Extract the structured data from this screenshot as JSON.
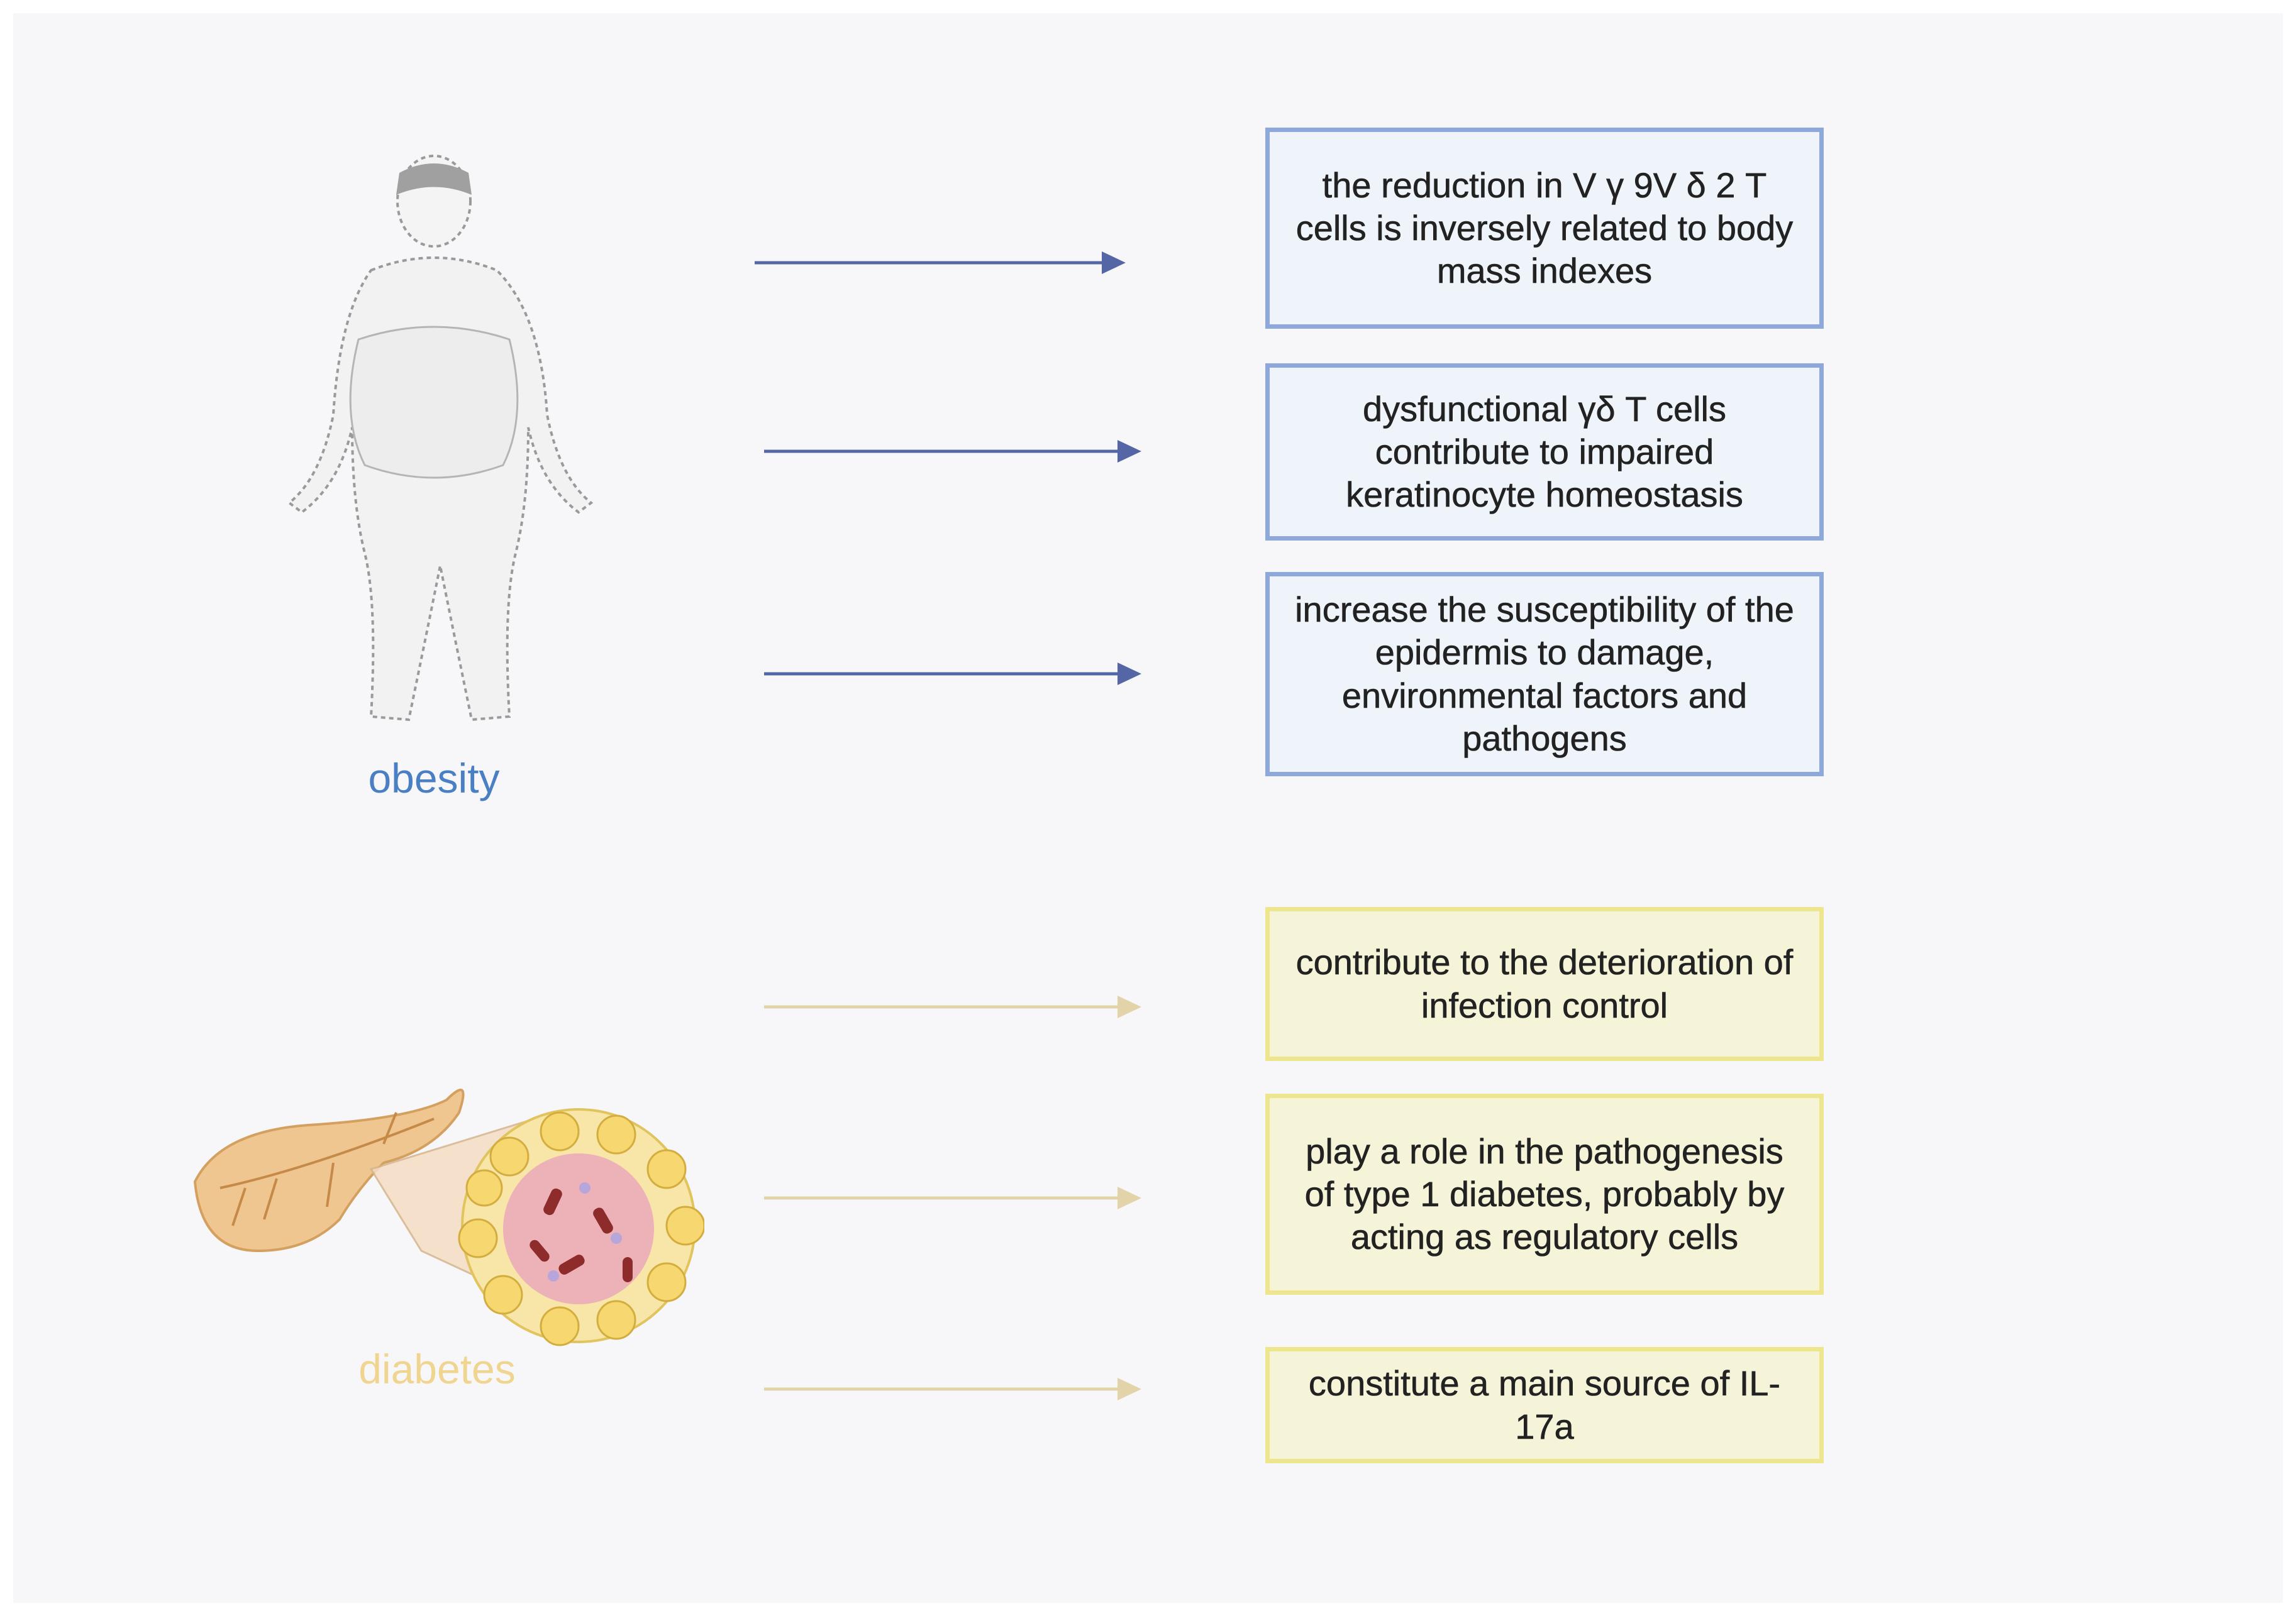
{
  "colors": {
    "obesity_accent": "#4a7fc3",
    "diabetes_accent": "#f0d590",
    "obesity_arrow": "#5566a6",
    "diabetes_arrow": "#e3d3a8",
    "obesity_box_border": "#8fa8dc",
    "diabetes_box_border": "#eee58f"
  },
  "groups": [
    {
      "label": "obesity",
      "icon": "human-body-icon",
      "effects": [
        "the reduction in V γ 9V δ 2 T cells is inversely related to body mass indexes",
        "dysfunctional γδ T cells contribute to impaired keratinocyte homeostasis",
        "increase the susceptibility of the epidermis to damage, environmental factors and pathogens"
      ]
    },
    {
      "label": "diabetes",
      "icon": "pancreas-islet-icon",
      "effects": [
        "contribute to the deterioration of infection control",
        "play a role in the pathogenesis of type 1 diabetes, probably by acting as regulatory cells",
        "constitute a main source of IL-17a"
      ]
    }
  ]
}
